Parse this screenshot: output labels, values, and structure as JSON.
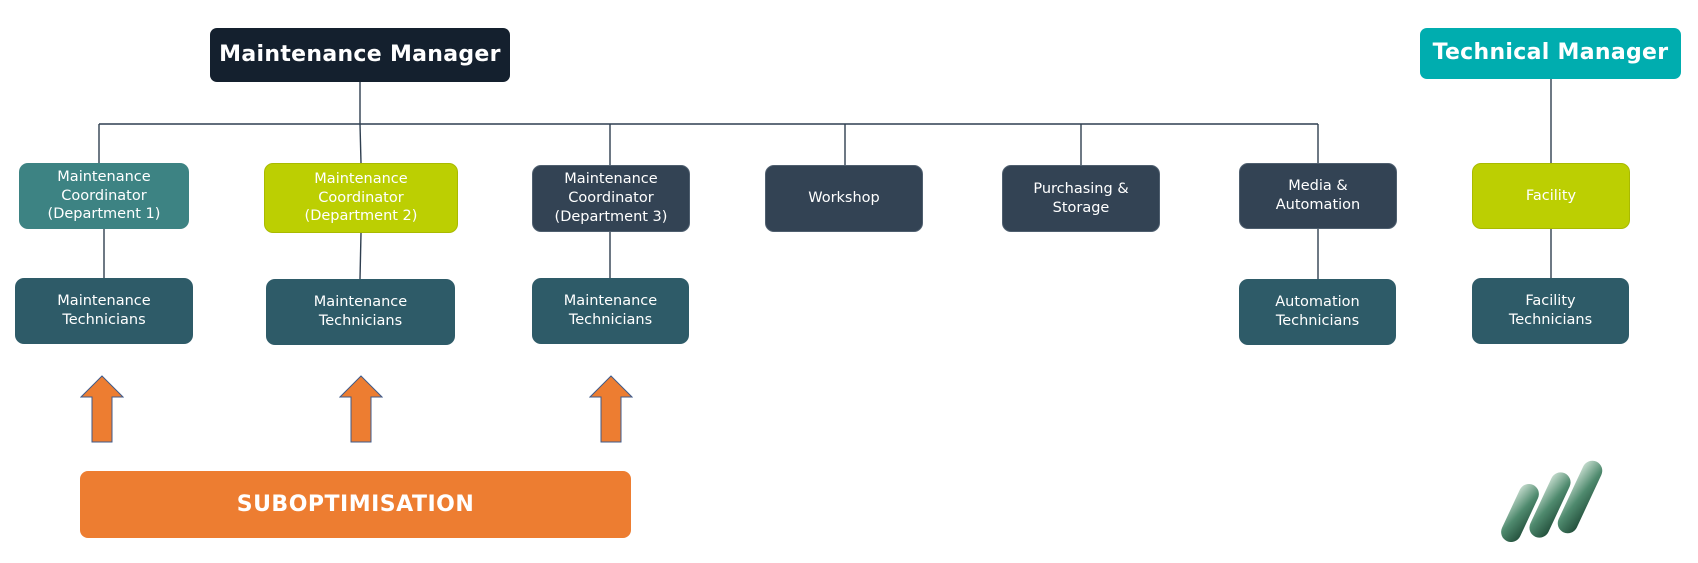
{
  "nodes": {
    "maintenance_manager": "Maintenance Manager",
    "technical_manager": "Technical Manager",
    "coord_dept1": "Maintenance\nCoordinator\n(Department 1)",
    "coord_dept2": "Maintenance\nCoordinator\n(Department 2)",
    "coord_dept3": "Maintenance\nCoordinator\n(Department 3)",
    "workshop": "Workshop",
    "purchasing_storage": "Purchasing &\nStorage",
    "media_automation": "Media &\nAutomation",
    "facility": "Facility",
    "tech_dept1": "Maintenance\nTechnicians",
    "tech_dept2": "Maintenance\nTechnicians",
    "tech_dept3": "Maintenance\nTechnicians",
    "automation_technicians": "Automation\nTechnicians",
    "facility_technicians": "Facility\nTechnicians"
  },
  "banner": {
    "label": "SUBOPTIMISATION"
  },
  "colors": {
    "manager_dark": "#14202e",
    "manager_teal": "#00adaf",
    "coordinator_teal": "#3d8383",
    "highlight_lime": "#bccf02",
    "department_slate": "#334354",
    "technicians": "#2e5b68",
    "arrow_orange": "#ed7d31",
    "connector": "#2f3f50"
  },
  "icons": {
    "arrows": "up-arrow-icon",
    "logo": "three-bars-logo"
  }
}
